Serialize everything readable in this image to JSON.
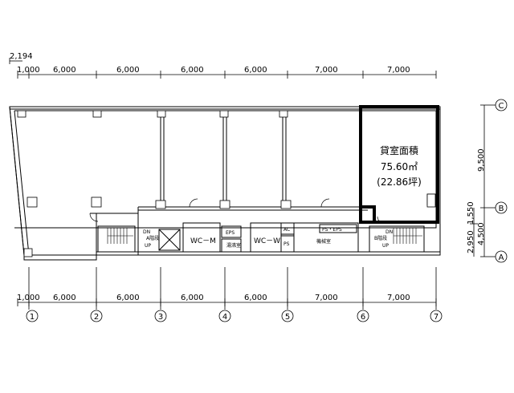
{
  "dimensions": {
    "top_offset": "2,194",
    "top_spans": [
      "1,000",
      "6,000",
      "6,000",
      "6,000",
      "6,000",
      "7,000",
      "7,000"
    ],
    "bottom_spans": [
      "1,000",
      "6,000",
      "6,000",
      "6,000",
      "6,000",
      "7,000",
      "7,000"
    ],
    "right_spans": [
      "9,500",
      "1,550",
      "2,950",
      "4,500"
    ]
  },
  "grid": {
    "columns": [
      "1",
      "2",
      "3",
      "4",
      "5",
      "6",
      "7"
    ],
    "rows": [
      "C",
      "B",
      "A"
    ]
  },
  "highlight": {
    "title": "貸室面積",
    "area": "75.60㎡",
    "tsubo": "(22.86坪)"
  },
  "rooms": {
    "wc_m": "WC－M",
    "wc_w": "WC－W",
    "eps": "EPS",
    "ac": "AC",
    "ps": "PS",
    "ps_eps": "PS・EPS",
    "machine_room": "機械室",
    "hot_water": "湯沸室",
    "dn": "DN",
    "up": "UP",
    "stair_left_tag": "A階段",
    "stair_right_tag": "B階段"
  },
  "colors": {
    "line": "#000000",
    "highlight_border": "#000000"
  }
}
